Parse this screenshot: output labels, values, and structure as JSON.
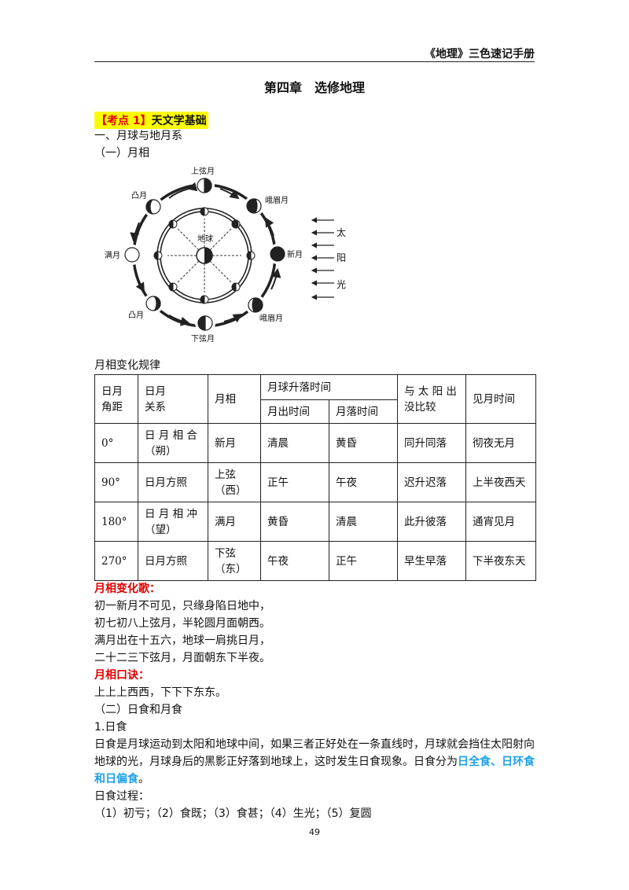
{
  "header": "《地理》三色速记手册",
  "chapter_title": "第四章　选修地理",
  "kaodian": {
    "bracket_open": "【",
    "label": "考点 1",
    "bracket_close": "】",
    "title": "天文学基础"
  },
  "section1": "一、月球与地月系",
  "section1_1": "（一）月相",
  "diagram": {
    "labels": {
      "shangxian": "上弦月",
      "tu_top": "凸月",
      "emei_top": "峨眉月",
      "earth": "地球",
      "manyue": "满月",
      "xinyue": "新月",
      "tu_bottom": "凸月",
      "emei_bottom": "峨眉月",
      "xiaxian": "下弦月",
      "sun_tai": "太",
      "sun_yang": "阳",
      "sun_guang": "光"
    }
  },
  "table_caption": "月相变化规律",
  "table": {
    "headers": {
      "angle": [
        "日月",
        "角距"
      ],
      "relation": [
        "日月",
        "关系"
      ],
      "phase": "月相",
      "risefall": "月球升落时间",
      "rise": "月出时间",
      "set": "月落时间",
      "compare": [
        "与 太 阳 出",
        "没比较"
      ],
      "visible": "见月时间"
    },
    "rows": [
      {
        "angle": "0°",
        "relation": [
          "日 月 相 合",
          "（朔）"
        ],
        "phase": [
          "新月"
        ],
        "rise": "清晨",
        "set": "黄昏",
        "compare": "同升同落",
        "visible": "彻夜无月"
      },
      {
        "angle": "90°",
        "relation": [
          "日月方照"
        ],
        "phase": [
          "上弦",
          "（西）"
        ],
        "rise": "正午",
        "set": "午夜",
        "compare": "迟升迟落",
        "visible": "上半夜西天"
      },
      {
        "angle": "180°",
        "relation": [
          "日 月 相 冲",
          "（望）"
        ],
        "phase": [
          "满月"
        ],
        "rise": "黄昏",
        "set": "清晨",
        "compare": "此升彼落",
        "visible": "通宵见月"
      },
      {
        "angle": "270°",
        "relation": [
          "日月方照"
        ],
        "phase": [
          "下弦",
          "（东）"
        ],
        "rise": "午夜",
        "set": "正午",
        "compare": "早生早落",
        "visible": "下半夜东天"
      }
    ]
  },
  "song": {
    "title": "月相变化歌：",
    "lines": [
      "初一新月不可见，只缘身陷日地中，",
      "初七初八上弦月，半轮圆月面朝西。",
      "满月出在十五六，地球一肩挑日月，",
      "二十二三下弦月，月面朝东下半夜。"
    ]
  },
  "mnemonic": {
    "title": "月相口诀：",
    "text": "上上上西西，下下下东东。"
  },
  "section1_2": "（二）日食和月食",
  "eclipse": {
    "heading": "1.日食",
    "line1": "日食是月球运动到太阳和地球中间，如果三者正好处在一条直线时，月球就会挡住太阳射向",
    "line2_plain": "地球的光，月球身后的黑影正好落到地球上，这时发生日食现象。日食分为",
    "line2_hl": "日全食、日环食",
    "line3_hl": "和日偏食",
    "line3_end": "。",
    "process_title": "日食过程：",
    "process": "（1）初亏；（2）食既；（3）食甚；（4）生光；（5）复圆"
  },
  "page_number": "49"
}
